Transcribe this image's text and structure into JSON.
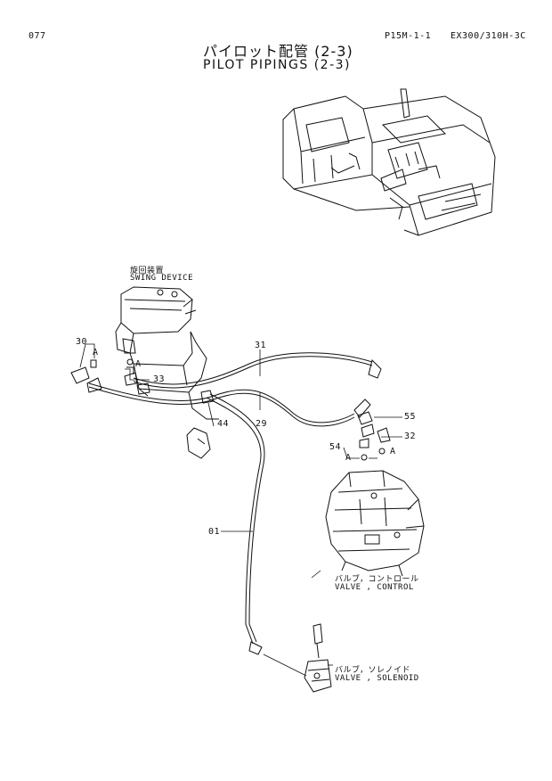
{
  "header": {
    "page_number": "077",
    "sheet_code": "P15M-1-1",
    "model_code": "EX300/310H-3C",
    "title_jp": "パイロット配管 (2-3)",
    "title_en": "PILOT PIPINGS (2-3)"
  },
  "components": {
    "swing_device_jp": "旋回装置",
    "swing_device_en": "SWING DEVICE",
    "valve_control_jp": "バルブ，コントロール",
    "valve_control_en": "VALVE , CONTROL",
    "valve_solenoid_jp": "バルブ，ソレノイド",
    "valve_solenoid_en": "VALVE , SOLENOID"
  },
  "callouts": {
    "c30": "30",
    "c31": "31",
    "c33": "33",
    "c44": "44",
    "c29": "29",
    "c55": "55",
    "c32": "32",
    "c54": "54",
    "c01": "01",
    "detail_a1": "A",
    "detail_a2": "A",
    "detail_a3": "A",
    "detail_a4": "A"
  }
}
